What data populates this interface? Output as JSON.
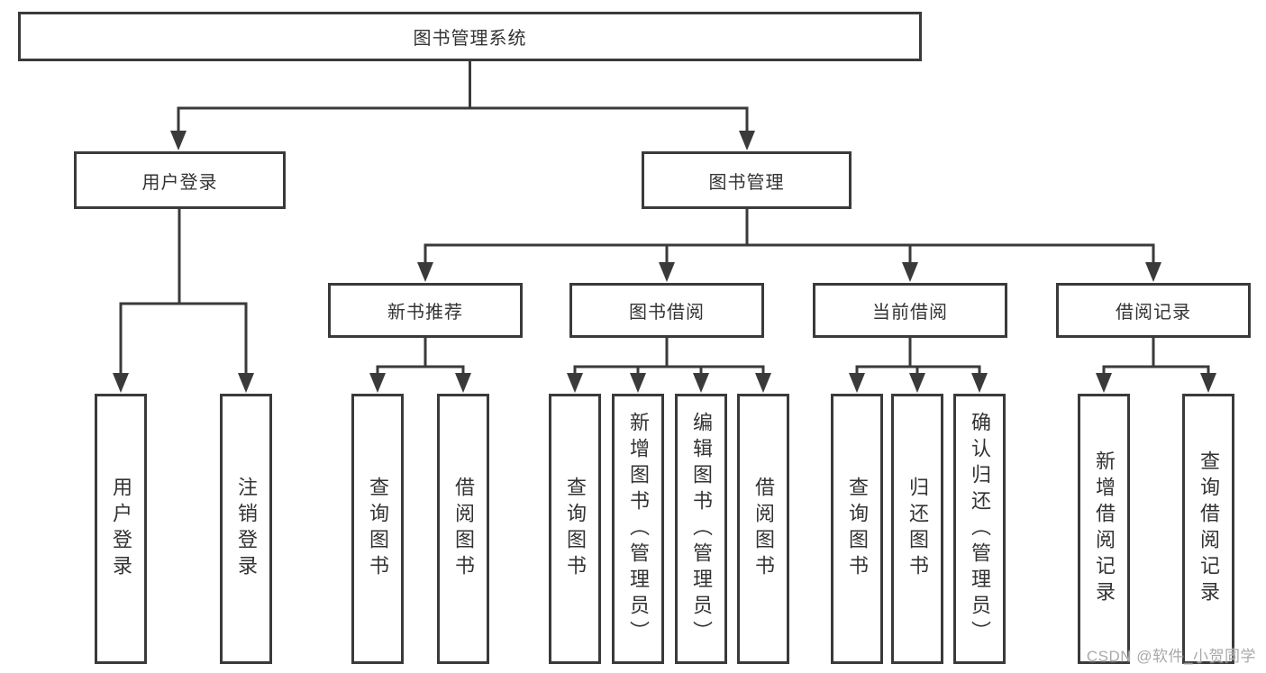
{
  "colors": {
    "line": "#3a3a3a",
    "box_border": "#3a3a3a",
    "box_fill": "#ffffff",
    "text": "#333333",
    "watermark_text": "#a9a9a9",
    "background": "#ffffff"
  },
  "diagram": {
    "type": "tree",
    "root": {
      "label": "图书管理系统"
    },
    "level2": [
      {
        "label": "用户登录",
        "parent": "图书管理系统"
      },
      {
        "label": "图书管理",
        "parent": "图书管理系统"
      }
    ],
    "level3": [
      {
        "label": "新书推荐",
        "parent": "图书管理"
      },
      {
        "label": "图书借阅",
        "parent": "图书管理"
      },
      {
        "label": "当前借阅",
        "parent": "图书管理"
      },
      {
        "label": "借阅记录",
        "parent": "图书管理"
      }
    ],
    "leaves": [
      {
        "label": "用户登录",
        "parent": "用户登录"
      },
      {
        "label": "注销登录",
        "parent": "用户登录"
      },
      {
        "label": "查询图书",
        "parent": "新书推荐"
      },
      {
        "label": "借阅图书",
        "parent": "新书推荐"
      },
      {
        "label": "查询图书",
        "parent": "图书借阅"
      },
      {
        "label": "新增图书（管理员）",
        "parent": "图书借阅"
      },
      {
        "label": "编辑图书（管理员）",
        "parent": "图书借阅"
      },
      {
        "label": "借阅图书",
        "parent": "图书借阅"
      },
      {
        "label": "查询图书",
        "parent": "当前借阅"
      },
      {
        "label": "归还图书",
        "parent": "当前借阅"
      },
      {
        "label": "确认归还（管理员）",
        "parent": "当前借阅"
      },
      {
        "label": "新增借阅记录",
        "parent": "借阅记录"
      },
      {
        "label": "查询借阅记录",
        "parent": "借阅记录"
      }
    ]
  },
  "watermark": {
    "label": "CSDN @软件_小贺同学"
  }
}
